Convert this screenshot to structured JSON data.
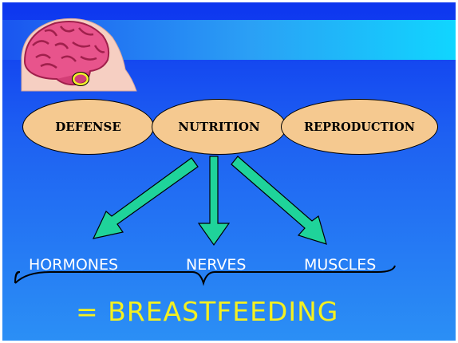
{
  "ovals": {
    "defense": "DEFENSE",
    "nutrition": "NUTRITION",
    "reproduction": "REPRODUCTION"
  },
  "outcomes": {
    "hormones": "HORMONES",
    "nerves": "NERVES",
    "muscles": "MUSCLES"
  },
  "result": "= BREASTFEEDING",
  "colors": {
    "oval_fill": "#f5c990",
    "arrow_fill": "#1fd39a",
    "result_text": "#f4f020",
    "brain": "#e8548c",
    "highlight_ring": "#f2f22a"
  },
  "icons": {
    "head_brain": "brain-icon",
    "arrows": "arrow-down-icon"
  }
}
